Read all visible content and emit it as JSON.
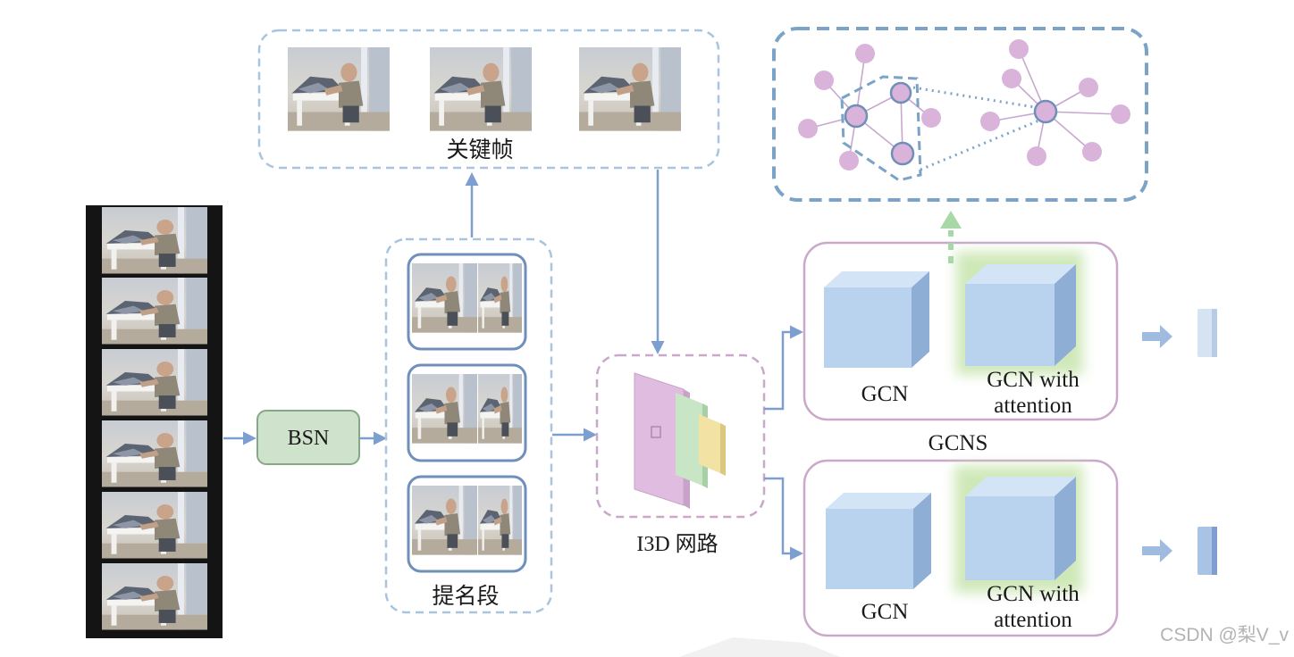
{
  "labels": {
    "key_frames": "关键帧",
    "bsn": "BSN",
    "proposal_segments": "提名段",
    "i3d": "I3D 网路",
    "gcns": "GCNS",
    "gcn_top": "GCN",
    "gcn_attention_top_line1": "GCN with",
    "gcn_attention_top_line2": "attention",
    "gcn_bottom": "GCN",
    "gcn_attention_bottom_line1": "GCN with",
    "gcn_attention_bottom_line2": "attention"
  },
  "watermark": "CSDN @梨V_v",
  "colors": {
    "dashed_blue": "#a9c4de",
    "dashed_pink": "#c9a8c9",
    "arrow_blue": "#7d9fcf",
    "bsn_fill": "#cfe2cc",
    "bsn_stroke": "#86a886",
    "gcn_box_front": "#b9d3ef",
    "graph_node": "#d9b3d9",
    "graph_box": "#7aa3c7",
    "green_arrow": "#a8d8a8"
  },
  "film_strip": {
    "frame_count": 6
  },
  "key_frame_count": 3,
  "proposal_count": 3
}
